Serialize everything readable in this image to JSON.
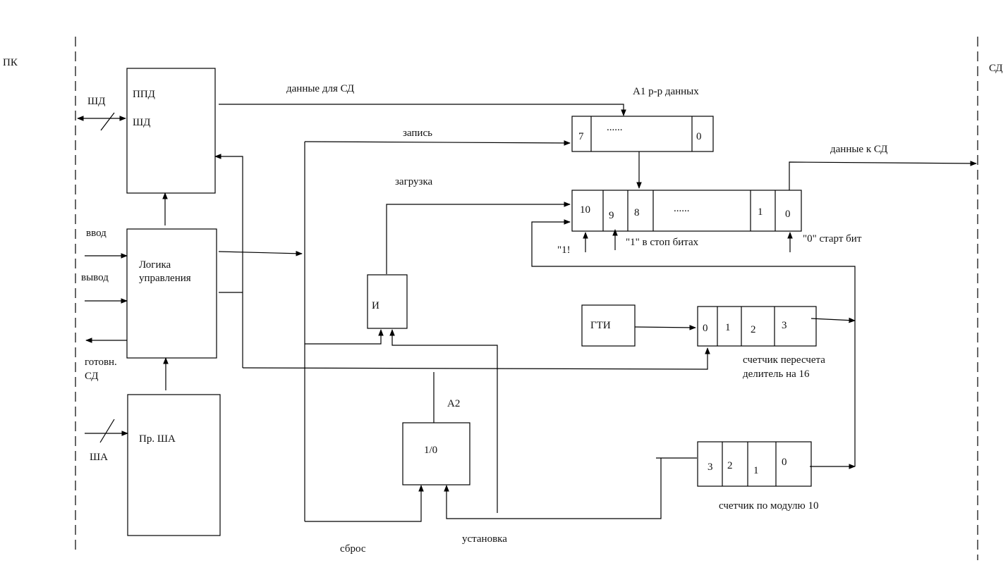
{
  "left_side_label": "ПК",
  "right_side_label": "СД",
  "blocks": {
    "ppd": {
      "title": "ППД",
      "sub": "ШД"
    },
    "logic": {
      "line1": "Логика",
      "line2": "управления"
    },
    "pr_sha": {
      "title": "Пр. ША"
    },
    "and_gate": {
      "title": "И"
    },
    "a2": {
      "label": "А2",
      "inner": "1/0"
    },
    "gti": {
      "title": "ГТИ"
    }
  },
  "data_register": {
    "label": "А1 р-р данных",
    "cells": [
      "7",
      "......",
      "0"
    ]
  },
  "shift_register": {
    "cells": [
      "10",
      "9",
      "8",
      "......",
      "1",
      "0"
    ]
  },
  "counter16": {
    "cells": [
      "0",
      "1",
      "2",
      "3"
    ],
    "label1": "счетчик пересчета",
    "label2": "делитель на 16"
  },
  "counter10": {
    "cells": [
      "3",
      "2",
      "1",
      "0"
    ],
    "label": "счетчик по модулю 10"
  },
  "signals": {
    "shd": "ШД",
    "data_for_sd": "данные для СД",
    "write": "запись",
    "load": "загрузка",
    "data_to_sd": "данные к СД",
    "input": "ввод",
    "output": "вывод",
    "ready1": "готовн.",
    "ready2": "СД",
    "sha": "ША",
    "one_mark": "\"1!",
    "stop_bits": "\"1\" в стоп битах",
    "start_bit": "\"0\" старт бит",
    "reset": "сброс",
    "set": "установка"
  }
}
